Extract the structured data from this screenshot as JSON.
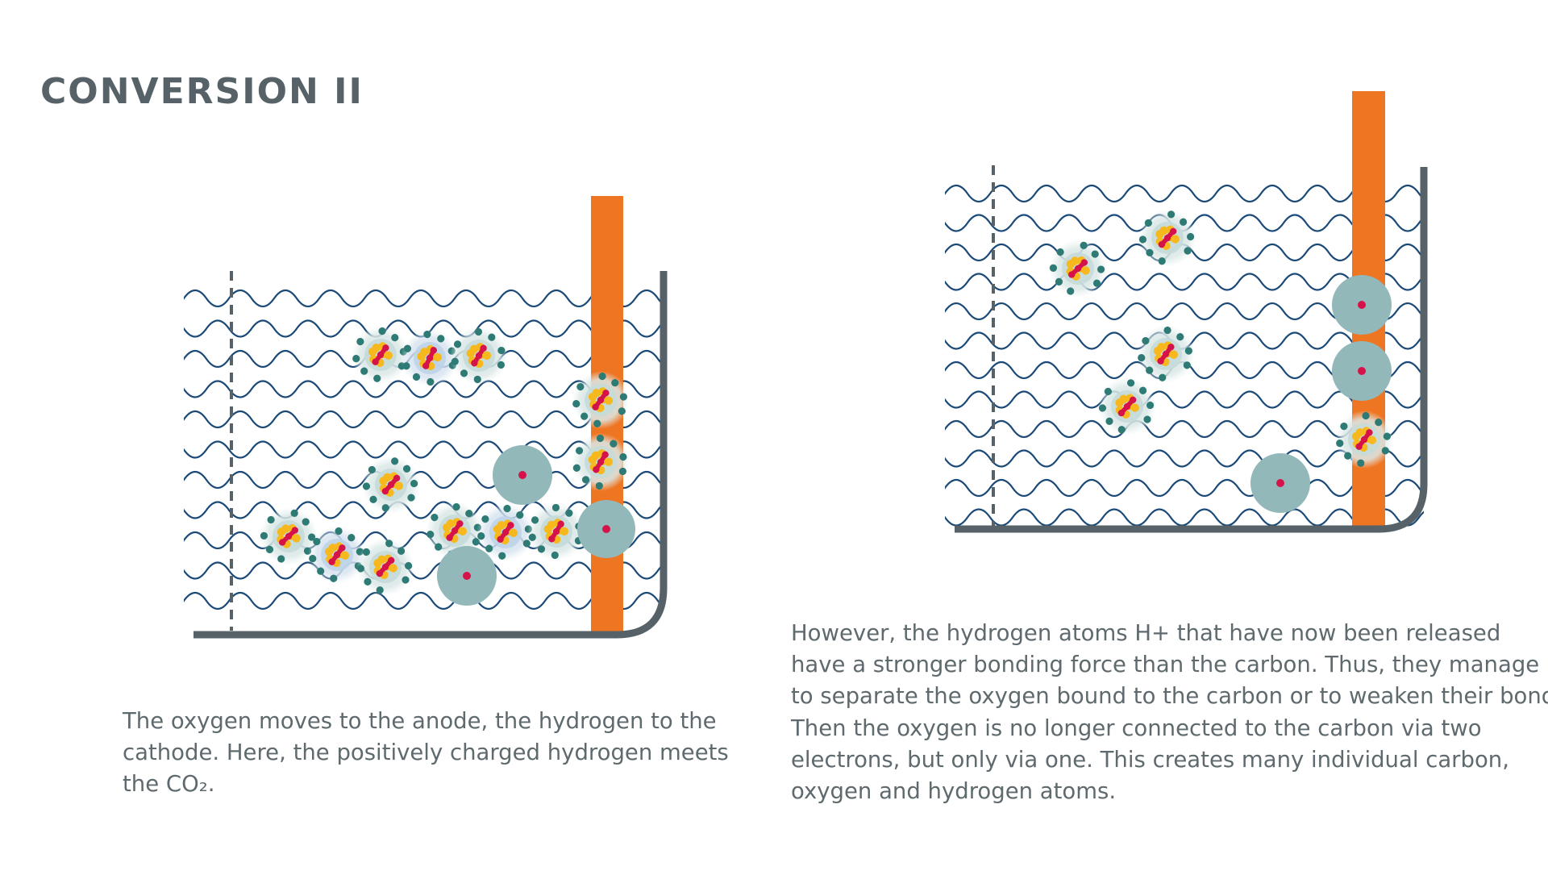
{
  "title": "CONVERSION II",
  "colors": {
    "water": "#1b4a78",
    "container": "#566267",
    "electrode": "#ee7522",
    "molecule_halo": "#d9e6e5",
    "atom_dot": "#2e7a74",
    "carbon": "#f6b81c",
    "oxygen": "#d6124a",
    "ion": "#93b8b9",
    "ion_core": "#d6124a"
  },
  "left_panel": {
    "caption_lines": [
      "The oxygen moves to the anode, the hydrogen to the",
      "cathode. Here, the positively charged hydrogen meets",
      "the CO₂."
    ]
  },
  "right_panel": {
    "caption_lines": [
      "However, the hydrogen atoms H+ that have now been released",
      "have a stronger bonding force than the carbon. Thus, they manage",
      "to separate the oxygen bound to the carbon or to weaken their bonds.",
      "Then the oxygen is no longer connected to the carbon via two",
      "electrons, but only via one. This creates many individual carbon,",
      "oxygen and hydrogen atoms."
    ]
  }
}
